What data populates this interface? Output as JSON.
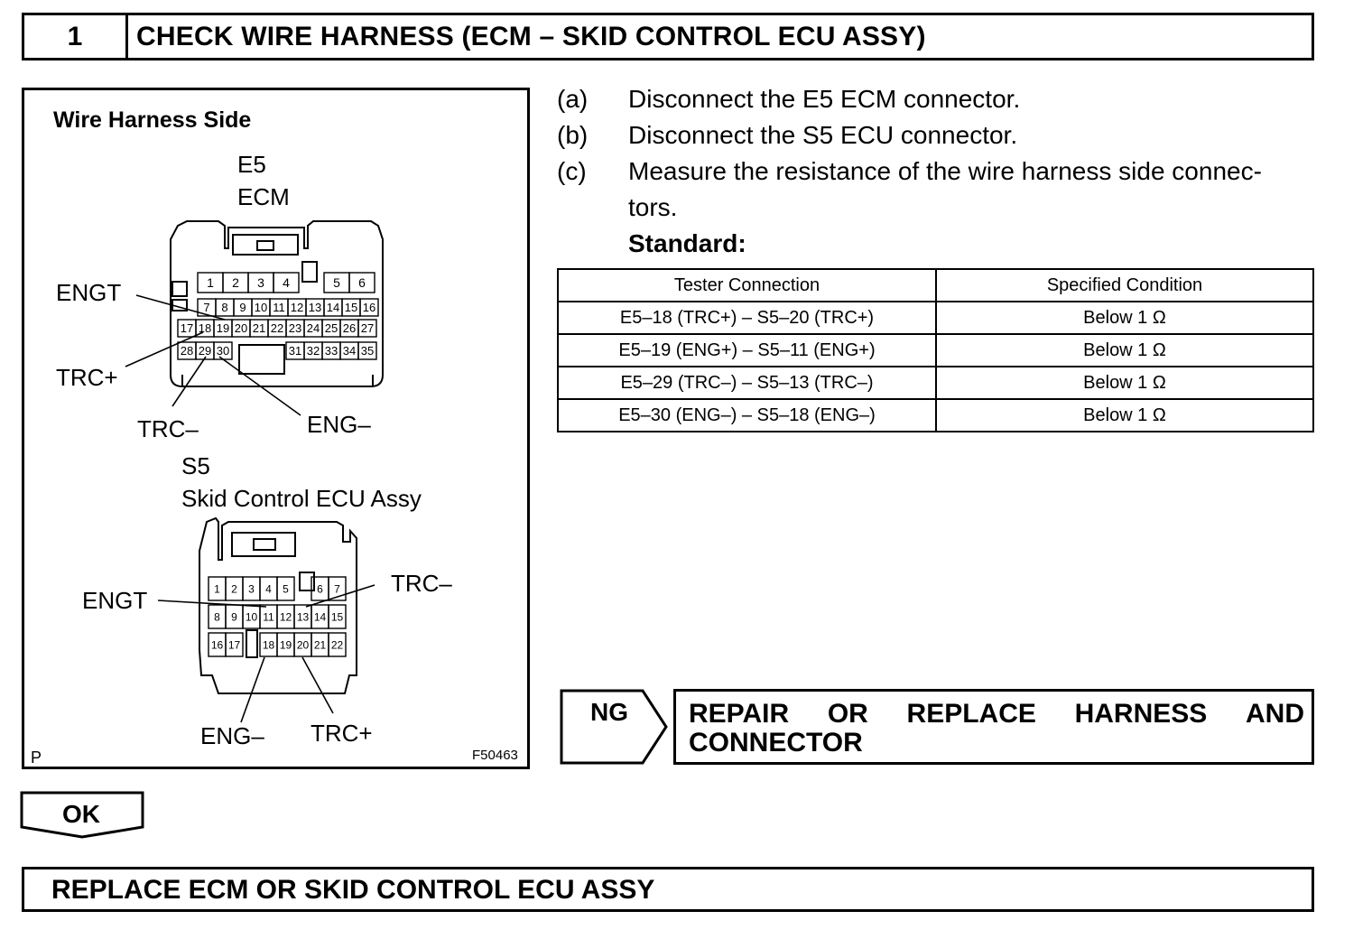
{
  "step": {
    "number": "1",
    "title": "CHECK WIRE HARNESS (ECM – SKID CONTROL ECU ASSY)"
  },
  "figure": {
    "heading": "Wire Harness Side",
    "e5_code": "E5",
    "e5_name": "ECM",
    "e5_pins_row1a": [
      "1",
      "2",
      "3",
      "4"
    ],
    "e5_pins_row1b": [
      "5",
      "6"
    ],
    "e5_pins_row2": [
      "7",
      "8",
      "9",
      "10",
      "11",
      "12",
      "13",
      "14",
      "15",
      "16"
    ],
    "e5_pins_row3": [
      "17",
      "18",
      "19",
      "20",
      "21",
      "22",
      "23",
      "24",
      "25",
      "26",
      "27"
    ],
    "e5_pins_row4a": [
      "28",
      "29",
      "30"
    ],
    "e5_pins_row4b": [
      "31",
      "32",
      "33",
      "34",
      "35"
    ],
    "e5_callouts": {
      "engt": "ENGT",
      "trc_plus": "TRC+",
      "trc_minus": "TRC–",
      "eng_minus": "ENG–"
    },
    "s5_code": "S5",
    "s5_name": "Skid Control ECU Assy",
    "s5_pins_row1a": [
      "1",
      "2",
      "3",
      "4",
      "5"
    ],
    "s5_pins_row1b": [
      "6",
      "7"
    ],
    "s5_pins_row2": [
      "8",
      "9",
      "10",
      "11",
      "12",
      "13",
      "14",
      "15"
    ],
    "s5_pins_row3a": [
      "16",
      "17"
    ],
    "s5_pins_row3b": [
      "18",
      "19",
      "20",
      "21",
      "22"
    ],
    "s5_callouts": {
      "engt": "ENGT",
      "trc_minus": "TRC–",
      "eng_minus": "ENG–",
      "trc_plus": "TRC+"
    },
    "corner_left": "P",
    "figure_id": "F50463"
  },
  "procedure": [
    {
      "label": "(a)",
      "text": "Disconnect the E5 ECM connector."
    },
    {
      "label": "(b)",
      "text": "Disconnect the S5 ECU connector."
    },
    {
      "label": "(c)",
      "text": "Measure the resistance of the wire harness side connec-",
      "text2": "tors."
    }
  ],
  "standard_label": "Standard:",
  "table": {
    "headers": [
      "Tester Connection",
      "Specified Condition"
    ],
    "rows": [
      [
        "E5–18 (TRC+) – S5–20 (TRC+)",
        "Below 1 Ω"
      ],
      [
        "E5–19 (ENG+) – S5–11 (ENG+)",
        "Below 1 Ω"
      ],
      [
        "E5–29 (TRC–) – S5–13 (TRC–)",
        "Below 1 Ω"
      ],
      [
        "E5–30 (ENG–) – S5–18 (ENG–)",
        "Below 1 Ω"
      ]
    ]
  },
  "ng": {
    "label": "NG",
    "action_line1": [
      "REPAIR",
      "OR",
      "REPLACE",
      "HARNESS",
      "AND"
    ],
    "action_line2": "CONNECTOR"
  },
  "ok": {
    "label": "OK"
  },
  "final_action": "REPLACE ECM OR SKID CONTROL ECU ASSY"
}
